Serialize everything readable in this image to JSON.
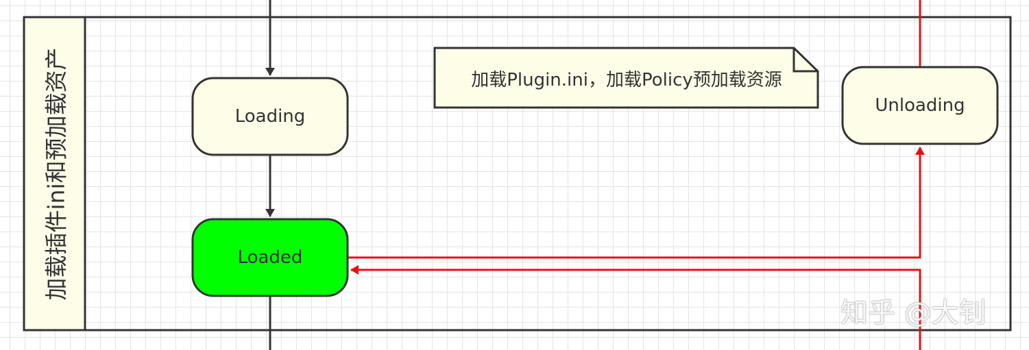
{
  "lane": {
    "title": "加载插件ini和预加载资产"
  },
  "states": {
    "loading": "Loading",
    "loaded": "Loaded",
    "unloading": "Unloading"
  },
  "note": {
    "text": "加载Plugin.ini，加载Policy预加载资源"
  },
  "watermark": "知乎 @大钊",
  "colors": {
    "node_fill": "#fdfde8",
    "loaded_fill": "#00ff00",
    "border": "#333333",
    "flow_line": "#e81010",
    "main_line": "#333333",
    "grid": "#e4e4e4"
  }
}
